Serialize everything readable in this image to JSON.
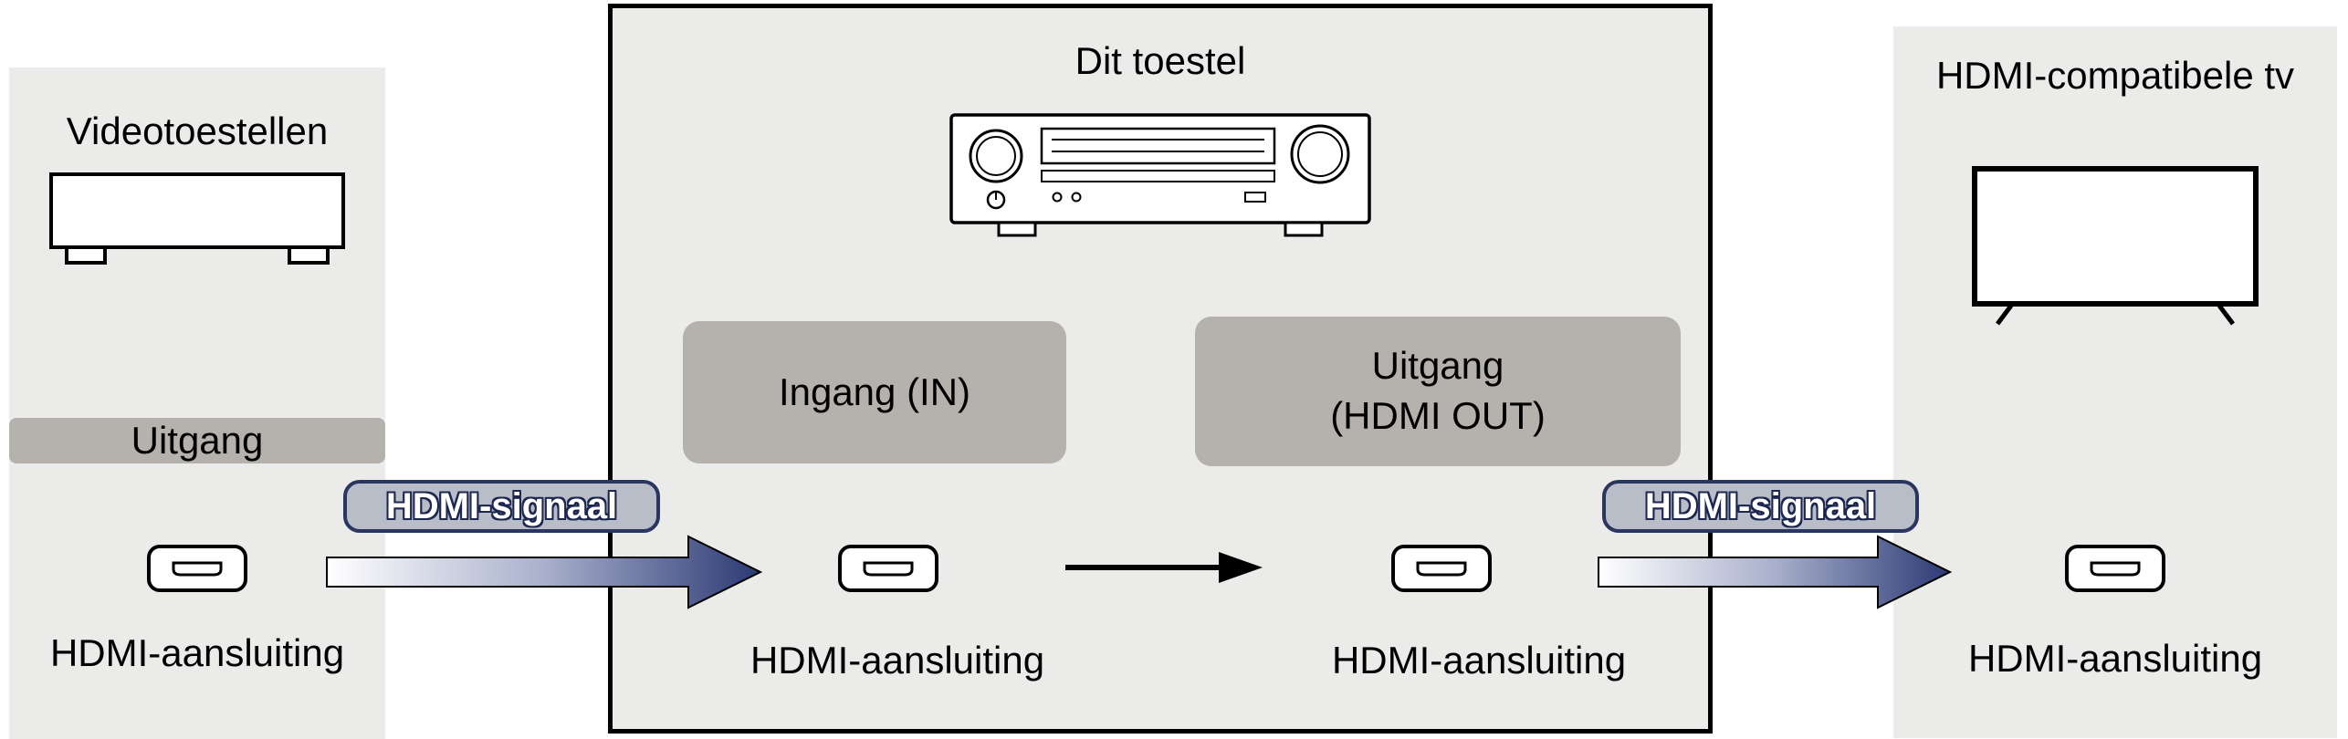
{
  "diagram": {
    "left_panel": {
      "title": "Videotoestellen",
      "output_label": "Uitgang",
      "connector_label": "HDMI-aansluiting"
    },
    "center_panel": {
      "title": "Dit toestel",
      "input_box_label": "Ingang (IN)",
      "output_box_line1": "Uitgang",
      "output_box_line2": "(HDMI OUT)",
      "input_connector_label": "HDMI-aansluiting",
      "output_connector_label": "HDMI-aansluiting"
    },
    "right_panel": {
      "title": "HDMI-compatibele tv",
      "connector_label": "HDMI-aansluiting"
    },
    "signal_labels": {
      "left": "HDMI-signaal",
      "right": "HDMI-signaal"
    },
    "icons": {
      "hdmi_connector": "hdmi-connector-icon",
      "video_device": "video-device-illustration",
      "av_receiver": "av-receiver-illustration",
      "tv": "tv-illustration",
      "signal_arrow": "gradient-right-arrow",
      "internal_arrow": "black-right-arrow"
    },
    "colors": {
      "panel_bg": "#ebebe9",
      "box_bg": "#b5b2ad",
      "badge_bg": "#b9bdc7",
      "badge_border": "#2a3560",
      "arrow_start": "#ffffff",
      "arrow_end": "#2b3a74",
      "outline": "#000000"
    }
  }
}
